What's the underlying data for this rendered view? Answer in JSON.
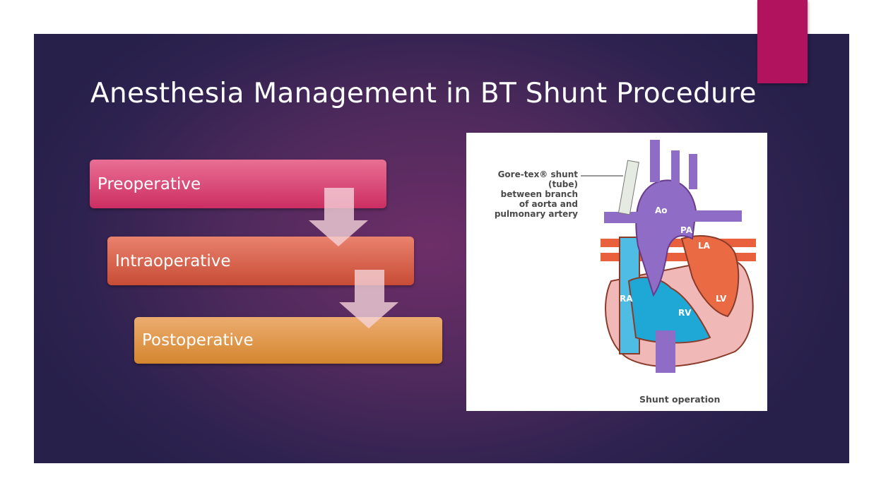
{
  "slide": {
    "title": "Anesthesia Management in BT Shunt Procedure",
    "colors": {
      "accent": "#b2135f",
      "background_dark": "#26204a",
      "background_mid": "#6e2e68"
    },
    "process_steps": [
      {
        "label": "Preoperative",
        "color": "#d94675"
      },
      {
        "label": "Intraoperative",
        "color": "#d9664f"
      },
      {
        "label": "Postoperative",
        "color": "#e09a4f"
      }
    ],
    "figure": {
      "callout_lines": [
        "Gore-tex® shunt (tube)",
        "between branch",
        "of aorta and",
        "pulmonary artery"
      ],
      "caption": "Shunt operation",
      "labels": {
        "ao": "Ao",
        "pa": "PA",
        "la": "LA",
        "lv": "LV",
        "ra": "RA",
        "rv": "RV"
      }
    }
  }
}
